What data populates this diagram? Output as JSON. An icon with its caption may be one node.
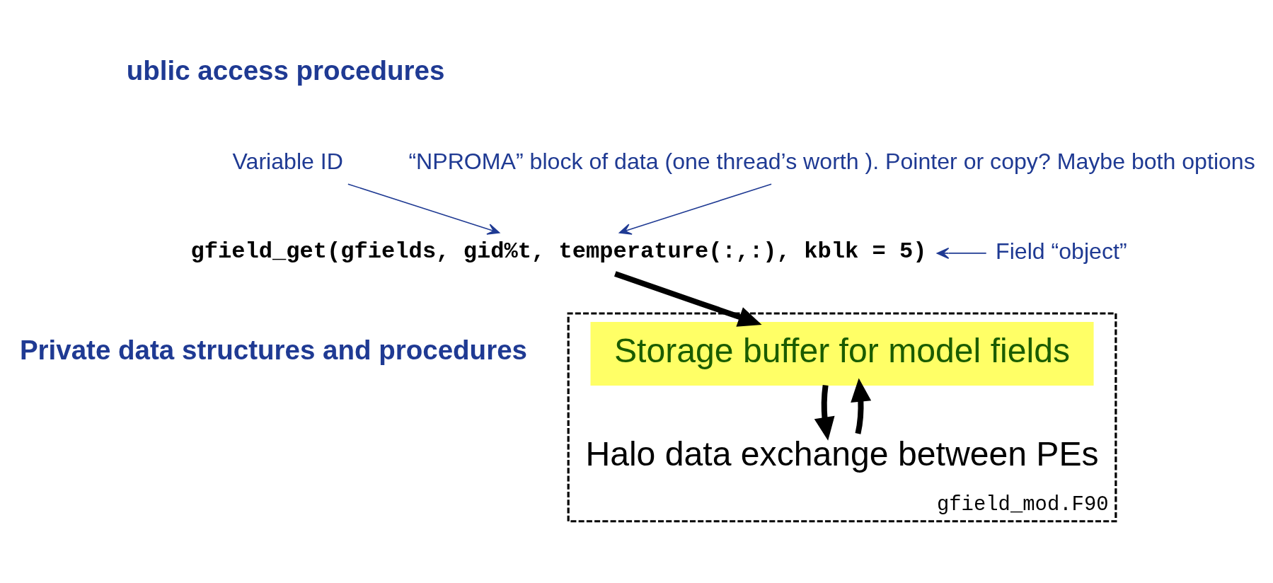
{
  "diagram": {
    "nodes": [
      {
        "text": [
          "Variable ID"
        ]
      },
      {
        "text": [
          "“NPROMA” block of data (one thread’s worth ). Pointer or copy? Maybe both options"
        ]
      },
      {
        "text": [
          "gfield_get(gfields, gid%t, temperature(:,:), kblk = 5)"
        ]
      },
      {
        "text": [
          "Field “object”"
        ]
      },
      {
        "text": [
          "gfield_mod.F90"
        ]
      },
      {
        "text": [
          "Storage buffer for model fields"
        ],
        "in": 4
      },
      {
        "text": [
          "Halo data exchange between PEs"
        ],
        "in": 4
      }
    ],
    "edges": [
      {
        "from": 0,
        "to": 2,
        "arrow": "to",
        "color": "#1f3a93"
      },
      {
        "from": 1,
        "to": 2,
        "arrow": "to",
        "color": "#1f3a93"
      },
      {
        "from": 3,
        "to": 2,
        "arrow": "to",
        "color": "#1f3a93"
      },
      {
        "from": 2,
        "to": 5,
        "arrow": "to",
        "style": "thick",
        "color": "#000000"
      },
      {
        "from": 5,
        "to": 6,
        "arrow": "to",
        "style": "thick",
        "color": "#000000"
      },
      {
        "from": 6,
        "to": 5,
        "arrow": "to",
        "style": "thick",
        "color": "#000000"
      }
    ],
    "labels": [
      "ublic access procedures",
      "Private data structures and procedures"
    ]
  }
}
